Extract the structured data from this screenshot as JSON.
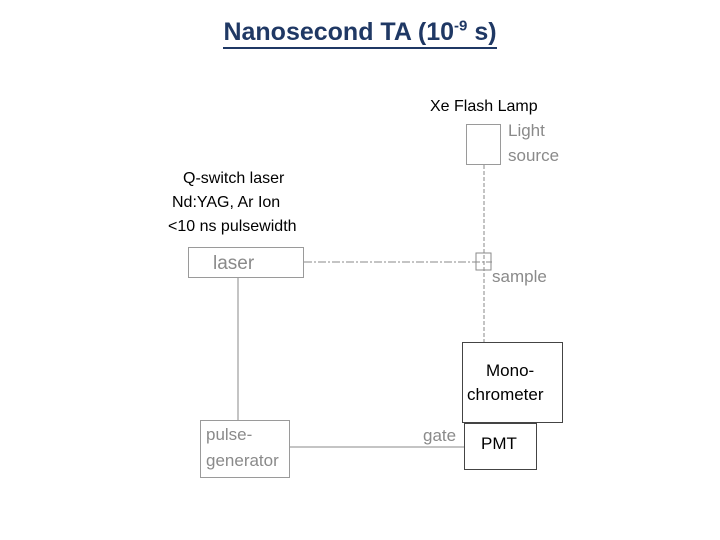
{
  "title": {
    "main": "Nanosecond TA (10",
    "exponent": "-9",
    "suffix": " s)"
  },
  "labels": {
    "xe_flash_lamp": "Xe Flash Lamp",
    "light": "Light",
    "source": "source",
    "qswitch_line1": "Q-switch laser",
    "qswitch_line2": "Nd:YAG, Ar Ion",
    "qswitch_line3": "<10 ns pulsewidth",
    "laser": "laser",
    "sample": "sample",
    "mono_line1": "Mono-",
    "mono_line2": "chrometer",
    "gate": "gate",
    "pmt": "PMT",
    "pulse_line1": "pulse-",
    "pulse_line2": "generator"
  },
  "colors": {
    "title": "#1f3864",
    "diagram_lines": "#8a8a8a",
    "dark_boxes": "#444444"
  }
}
